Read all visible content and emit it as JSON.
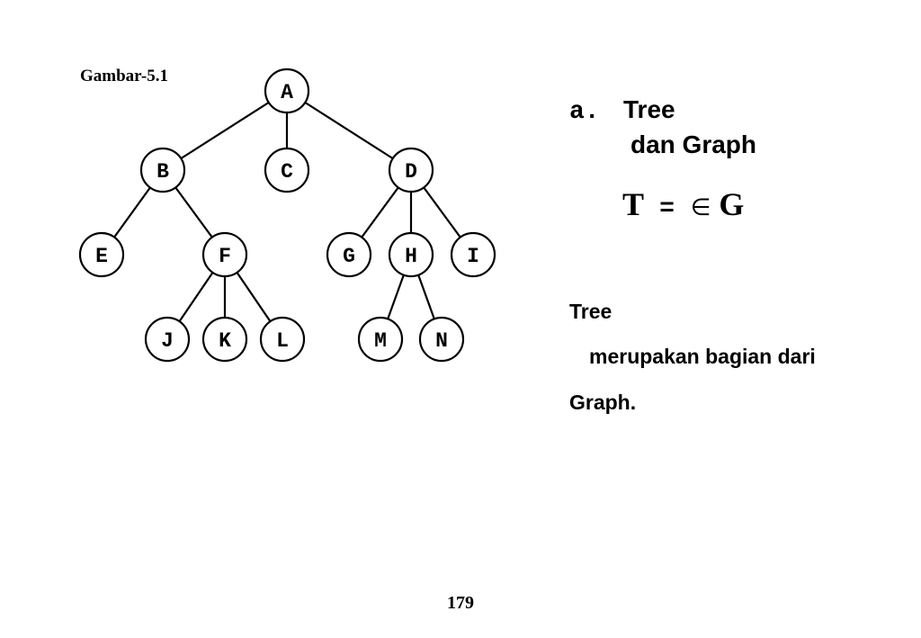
{
  "figure_label": "Gambar-5.1",
  "tree": {
    "nodes": [
      "A",
      "B",
      "C",
      "D",
      "E",
      "F",
      "G",
      "H",
      "I",
      "J",
      "K",
      "L",
      "M",
      "N"
    ],
    "edges": [
      [
        "A",
        "B"
      ],
      [
        "A",
        "C"
      ],
      [
        "A",
        "D"
      ],
      [
        "B",
        "E"
      ],
      [
        "B",
        "F"
      ],
      [
        "D",
        "G"
      ],
      [
        "D",
        "H"
      ],
      [
        "D",
        "I"
      ],
      [
        "F",
        "J"
      ],
      [
        "F",
        "K"
      ],
      [
        "F",
        "L"
      ],
      [
        "H",
        "M"
      ],
      [
        "H",
        "N"
      ]
    ]
  },
  "heading": {
    "marker": "a.",
    "line1": "Tree",
    "line2": "dan Graph"
  },
  "formula": {
    "left": "T",
    "op": "=",
    "symbol": "∈",
    "right": "G"
  },
  "description": {
    "line1": "Tree",
    "line2": "merupakan bagian dari",
    "line3": "Graph."
  },
  "page_number": "179"
}
